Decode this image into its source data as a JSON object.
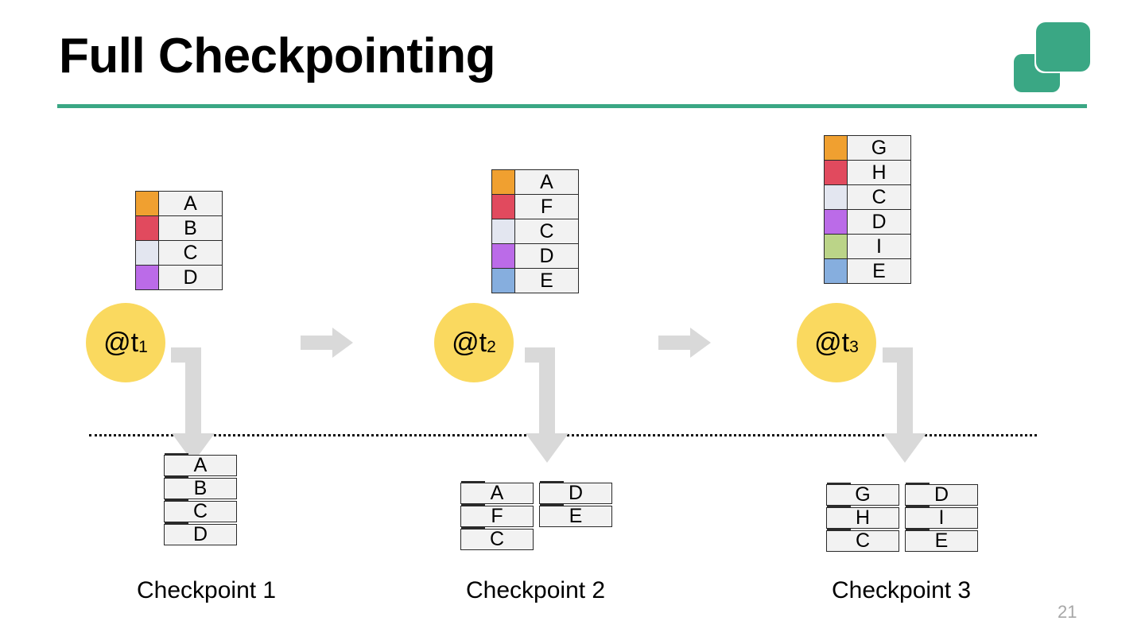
{
  "slide": {
    "title": "Full Checkpointing",
    "page_number": "21",
    "accent_color": "#3aa784",
    "rule_color": "#3aa784",
    "circle_color": "#fad95f",
    "arrow_color": "#d9d9d9",
    "divider_color": "#111111"
  },
  "logo": {
    "name": "two-overlapping-rounded-squares",
    "color": "#3aa784"
  },
  "palette": {
    "orange": "#f0a030",
    "red": "#e14a5e",
    "white_blue": "#e3e6f0",
    "purple": "#bb6be8",
    "green": "#bbd488",
    "blue": "#86aede"
  },
  "timeline": {
    "steps": [
      {
        "circle_label_prefix": "@t",
        "circle_label_sub": "1",
        "table": [
          {
            "label": "A",
            "color": "#f0a030"
          },
          {
            "label": "B",
            "color": "#e14a5e"
          },
          {
            "label": "C",
            "color": "#e3e6f0"
          },
          {
            "label": "D",
            "color": "#bb6be8"
          }
        ]
      },
      {
        "circle_label_prefix": "@t",
        "circle_label_sub": "2",
        "table": [
          {
            "label": "A",
            "color": "#f0a030"
          },
          {
            "label": "F",
            "color": "#e14a5e"
          },
          {
            "label": "C",
            "color": "#e3e6f0"
          },
          {
            "label": "D",
            "color": "#bb6be8"
          },
          {
            "label": "E",
            "color": "#86aede"
          }
        ]
      },
      {
        "circle_label_prefix": "@t",
        "circle_label_sub": "3",
        "table": [
          {
            "label": "G",
            "color": "#f0a030"
          },
          {
            "label": "H",
            "color": "#e14a5e"
          },
          {
            "label": "C",
            "color": "#e3e6f0"
          },
          {
            "label": "D",
            "color": "#bb6be8"
          },
          {
            "label": "I",
            "color": "#bbd488"
          },
          {
            "label": "E",
            "color": "#86aede"
          }
        ]
      }
    ],
    "transition_arrows": [
      {
        "name": "arrow-t1-to-t2"
      },
      {
        "name": "arrow-t2-to-t3"
      }
    ]
  },
  "checkpoints": [
    {
      "caption": "Checkpoint 1",
      "columns": [
        [
          {
            "label": "A",
            "color": "#f0a030"
          },
          {
            "label": "B",
            "color": "#e14a5e"
          },
          {
            "label": "C",
            "color": "#e3e6f0"
          },
          {
            "label": "D",
            "color": "#bb6be8"
          }
        ]
      ]
    },
    {
      "caption": "Checkpoint 2",
      "columns": [
        [
          {
            "label": "A",
            "color": "#f0a030"
          },
          {
            "label": "F",
            "color": "#e14a5e"
          },
          {
            "label": "C",
            "color": "#e3e6f0"
          }
        ],
        [
          {
            "label": "D",
            "color": "#bb6be8"
          },
          {
            "label": "E",
            "color": "#86aede"
          }
        ]
      ]
    },
    {
      "caption": "Checkpoint 3",
      "columns": [
        [
          {
            "label": "G",
            "color": "#f0a030"
          },
          {
            "label": "H",
            "color": "#e14a5e"
          },
          {
            "label": "C",
            "color": "#e3e6f0"
          }
        ],
        [
          {
            "label": "D",
            "color": "#bb6be8"
          },
          {
            "label": "I",
            "color": "#bbd488"
          },
          {
            "label": "E",
            "color": "#86aede"
          }
        ]
      ]
    }
  ]
}
